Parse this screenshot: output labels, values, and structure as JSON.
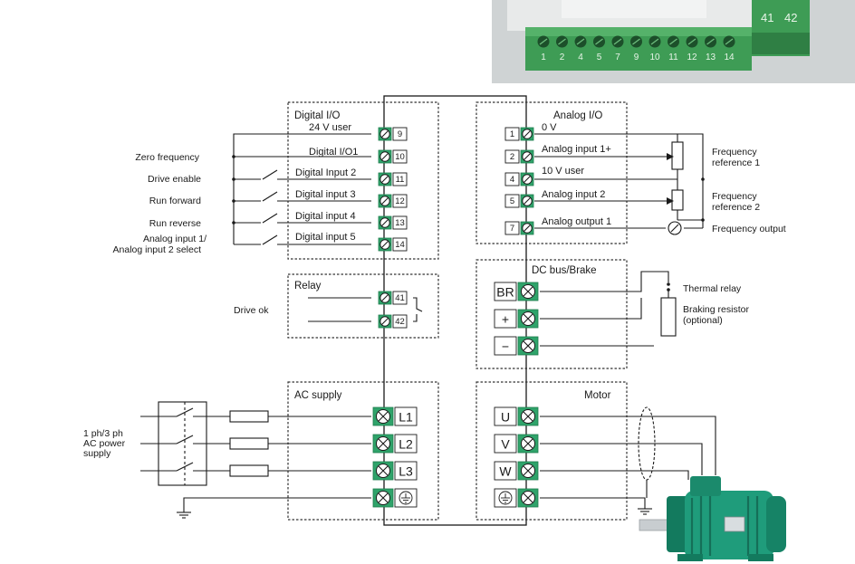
{
  "photo": {
    "pin_numbers": [
      "1",
      "2",
      "4",
      "5",
      "7",
      "9",
      "10",
      "11",
      "12",
      "13",
      "14"
    ],
    "relay_numbers": [
      "41",
      "42"
    ]
  },
  "digital_io": {
    "title": "Digital  I/O",
    "terminals": [
      {
        "num": "9",
        "label": "24 V user"
      },
      {
        "num": "10",
        "label": "Digital I/O1"
      },
      {
        "num": "11",
        "label": "Digital Input 2"
      },
      {
        "num": "12",
        "label": "Digital input 3"
      },
      {
        "num": "13",
        "label": "Digital input 4"
      },
      {
        "num": "14",
        "label": "Digital input 5"
      }
    ],
    "side_labels": [
      "Zero  frequency",
      "Drive  enable",
      "Run  forward",
      "Run  reverse",
      "Analog  input  1/",
      "Analog  input  2 select"
    ]
  },
  "analog_io": {
    "title": "Analog  I/O",
    "terminals": [
      {
        "num": "1",
        "label": "0 V"
      },
      {
        "num": "2",
        "label": "Analog input 1+"
      },
      {
        "num": "4",
        "label": "10 V user"
      },
      {
        "num": "5",
        "label": "Analog input 2"
      },
      {
        "num": "7",
        "label": "Analog output 1"
      }
    ],
    "side_labels": [
      "Frequency",
      "reference   1",
      "Frequency",
      "reference   2",
      "Frequency    output"
    ]
  },
  "relay": {
    "title": "Relay",
    "terminals": [
      "41",
      "42"
    ],
    "side_label": "Drive ok"
  },
  "dc_bus": {
    "title": "DC  bus/Brake",
    "terminals": [
      "BR",
      "+",
      "−"
    ],
    "thermal_label": "Thermal   relay",
    "braking_label": "Braking   resistor",
    "optional_label": "(optional)"
  },
  "ac_supply": {
    "title": "AC  supply",
    "terminals": [
      "L1",
      "L2",
      "L3"
    ],
    "side_labels": [
      "1 ph/3 ph",
      "AC power",
      "supply"
    ]
  },
  "motor": {
    "title": "Motor",
    "terminals": [
      "U",
      "V",
      "W"
    ]
  },
  "colors": {
    "terminal_green": "#2fa36a",
    "terminal_dark": "#1e7b4d",
    "motor_green": "#1f9c7b",
    "line": "#1a1a1a"
  }
}
